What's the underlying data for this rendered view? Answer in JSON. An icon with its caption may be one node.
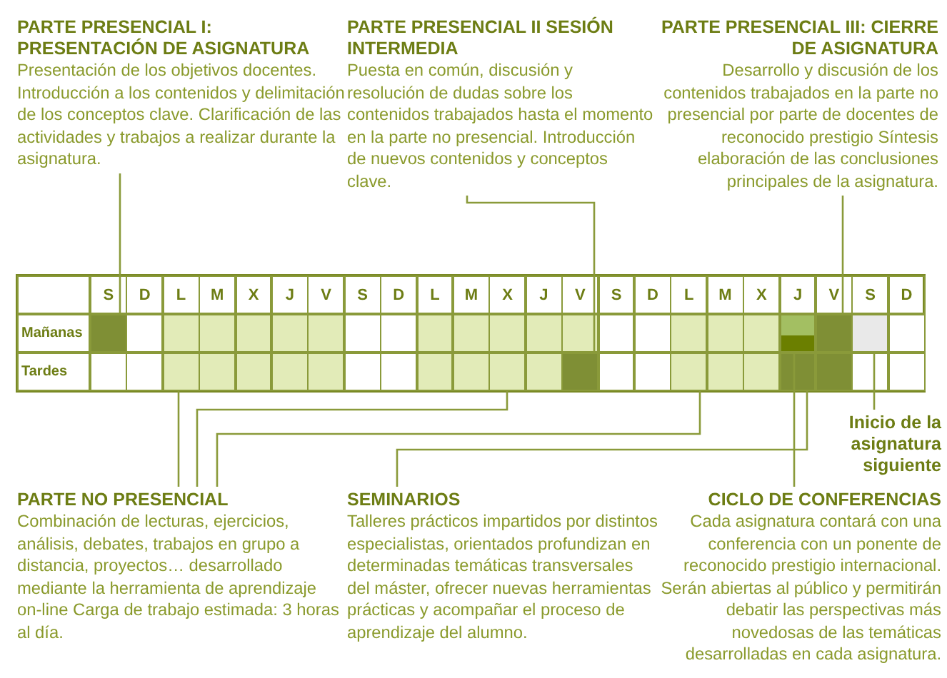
{
  "diagram": {
    "nodes": [
      {
        "text": [
          "PARTE PRESENCIAL I: PRESENTACIÓN DE ASIGNATURA",
          "Presentación de los objetivos docentes. Introducción a los contenidos y delimitación de los conceptos clave. Clarificación de las actividades y trabajos a realizar durante la asignatura."
        ]
      },
      {
        "text": [
          "PARTE PRESENCIAL II SESIÓN INTERMEDIA",
          "Puesta en común, discusión y resolución de dudas sobre los contenidos trabajados hasta el momento en la parte no presencial. Introducción de nuevos contenidos y conceptos clave."
        ]
      },
      {
        "text": [
          "PARTE PRESENCIAL III: CIERRE DE ASIGNATURA",
          "Desarrollo y discusión de los contenidos trabajados en la parte no presencial por parte de docentes de reconocido prestigio Síntesis elaboración de las conclusiones principales de la asignatura."
        ]
      },
      {
        "text": [],
        "shape": "box"
      },
      {
        "text": [],
        "shape": "box"
      },
      {
        "text": [],
        "shape": "box"
      },
      {
        "text": [],
        "shape": "box"
      },
      {
        "text": [],
        "shape": "box"
      },
      {
        "text": [],
        "shape": "box"
      },
      {
        "text": [],
        "shape": "box"
      },
      {
        "text": [],
        "shape": "box"
      },
      {
        "text": [],
        "shape": "box"
      },
      {
        "text": [
          "Inicio de la asignatura siguiente"
        ]
      },
      {
        "text": [
          "PARTE NO PRESENCIAL",
          "Combinación de lecturas, ejercicios, análisis, debates, trabajos en grupo a distancia, proyectos… desarrollado mediante la herramienta de aprendizaje on-line Carga de trabajo estimada: 3 horas al día."
        ]
      },
      {
        "text": [
          "SEMINARIOS",
          "Talleres prácticos impartidos por distintos especialistas, orientados profundizan en determinadas temáticas transversales del máster, ofrecer nuevas herramientas prácticas y acompañar el proceso de aprendizaje del alumno."
        ]
      },
      {
        "text": [
          "CICLO DE CONFERENCIAS",
          "Cada asignatura contará con una conferencia con un ponente de reconocido prestigio internacional. Serán abiertas al público y permitirán debatir las perspectivas más novedosas de las temáticas desarrolladas en cada asignatura."
        ]
      }
    ],
    "edges": [
      {
        "from": 0,
        "to": 3,
        "arrow": "none"
      },
      {
        "from": 1,
        "to": 9,
        "arrow": "none"
      },
      {
        "from": 2,
        "to": 5,
        "arrow": "none"
      },
      {
        "from": 13,
        "to": 7,
        "arrow": "none"
      },
      {
        "from": 13,
        "to": 8,
        "arrow": "none"
      },
      {
        "from": 13,
        "to": 10,
        "arrow": "none"
      },
      {
        "from": 14,
        "to": 11,
        "arrow": "none"
      },
      {
        "from": 15,
        "to": 4,
        "arrow": "none"
      },
      {
        "from": 12,
        "to": 6,
        "arrow": "none"
      }
    ],
    "labels": [
      "S",
      "D",
      "L",
      "M",
      "X",
      "J",
      "V",
      "S",
      "D",
      "L",
      "M",
      "X",
      "J",
      "V",
      "S",
      "D",
      "L",
      "M",
      "X",
      "J",
      "V",
      "S",
      "D",
      "Mañanas",
      "Tardes"
    ]
  }
}
